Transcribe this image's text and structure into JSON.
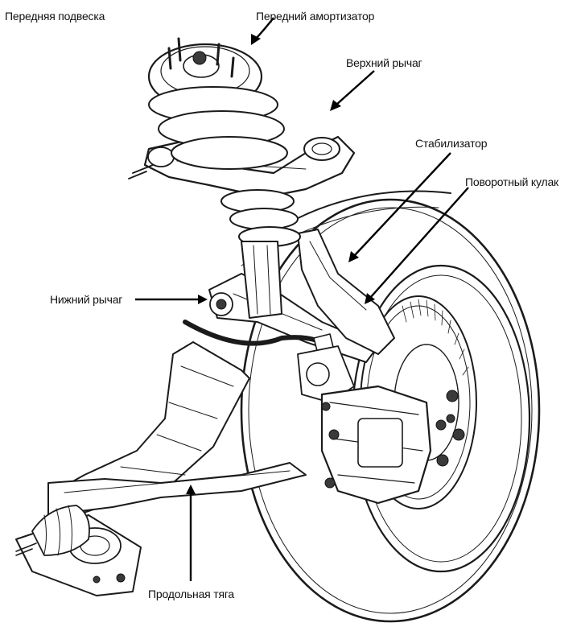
{
  "labels": {
    "front_suspension": "Передняя подвеска",
    "front_shock": "Передний амортизатор",
    "upper_arm": "Верхний рычаг",
    "stabilizer": "Стабилизатор",
    "steering_knuckle": "Поворотный кулак",
    "lower_arm": "Нижний рычаг",
    "radius_rod": "Продольная тяга"
  },
  "colors": {
    "ink": "#1b1b1b",
    "paper": "#ffffff",
    "shade": "#cfcfcf"
  }
}
